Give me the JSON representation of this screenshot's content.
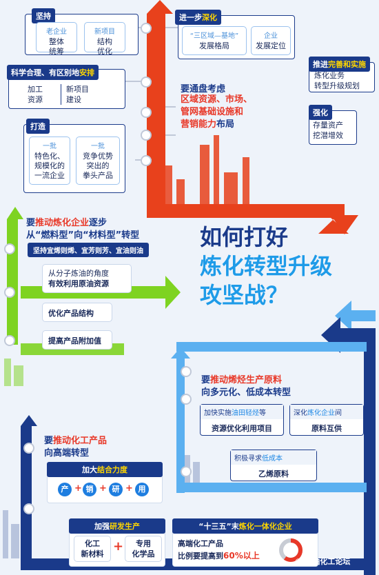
{
  "title": {
    "line1": "如何打好",
    "line2": "炼化转型升级",
    "line3": "攻坚战？"
  },
  "section_top": {
    "jianchi": {
      "tag": "坚持",
      "cards": [
        {
          "head": "老企业",
          "body": "整体\n统筹"
        },
        {
          "head": "新项目",
          "body": "结构\n优化"
        }
      ]
    },
    "kexue": {
      "tag_prefix": "科学合理、有区别地",
      "tag_highlight": "安排",
      "items": [
        "加工\n资源",
        "新项目\n建设"
      ]
    },
    "dazao": {
      "tag": "打造",
      "cards": [
        {
          "head": "一批",
          "body": "特色化、\n规模化的\n一流企业"
        },
        {
          "head": "一批",
          "body": "竞争优势\n突出的\n拳头产品"
        }
      ]
    },
    "shenhua": {
      "tag_prefix": "进一步",
      "tag_highlight": "深化",
      "cards": [
        {
          "head": "“三区域—基地”",
          "body": "发展格局"
        },
        {
          "head": "企业",
          "body": "发展定位"
        }
      ]
    },
    "tuijin": {
      "tag_prefix": "推进",
      "tag_highlight": "完善和实施",
      "body": "炼化业务\n转型升级规划"
    },
    "qianghua": {
      "tag": "强化",
      "body": "存量资产\n挖潜增效"
    },
    "main_text_1": "要通盘考虑",
    "main_text_2": "区域资源、市场、\n管网基础设施和\n营销能力",
    "main_text_3": "布局"
  },
  "section_left": {
    "heading_1a": "要",
    "heading_1b": "推动炼化企业",
    "heading_1c": "逐步",
    "heading_2": "从“燃料型”向“材料型”转型",
    "tag": "坚持宜烯则烯、宜芳则芳、宜油则油",
    "boxes": [
      {
        "l1": "从分子炼油的角度",
        "l2": "有效利用原油资源"
      },
      {
        "l1": "优化产品结构"
      },
      {
        "l1": "提高产品附加值"
      }
    ]
  },
  "section_right": {
    "heading_1a": "要",
    "heading_1b": "推动烯烃生产原料",
    "heading_2": "向多元化、低成本转型",
    "cards": [
      {
        "tag_prefix": "加快实施",
        "tag_highlight": "油田轻烃",
        "tag_suffix": "等",
        "body": "资源优化利用项目"
      },
      {
        "tag_prefix": "深化",
        "tag_highlight": "炼化企业",
        "tag_suffix": "间",
        "body": "原料互供"
      },
      {
        "tag_prefix": "积极寻求",
        "tag_highlight": "低成本",
        "tag_suffix": "",
        "body": "乙烯原料"
      }
    ]
  },
  "section_bottom": {
    "heading_1a": "要",
    "heading_1b": "推动化工产品",
    "heading_2": "向高端转型",
    "jieh_tag_prefix": "加大",
    "jieh_tag_highlight": "结合力度",
    "chain": [
      "产",
      "销",
      "研",
      "用"
    ],
    "yanfa_tag_prefix": "加强",
    "yanfa_tag_highlight": "研发生产",
    "products": [
      "化工\n新材料",
      "专用\n化学品"
    ],
    "shisanwu_tag_prefix": "“十三五”末",
    "shisanwu_tag_highlight": "炼化一体化企业",
    "goal_1": "高端化工产品",
    "goal_2": "比例要提高到",
    "goal_3": "60%以上",
    "watermark": "石油化工论坛"
  },
  "colors": {
    "red_arrow": "#e8411c",
    "green_arrow": "#7ed321",
    "blue_arrow": "#1a3a8a",
    "light_blue_arrow": "#5bb0f0",
    "navy": "#1a3a8a",
    "yellow": "#ffd600"
  }
}
